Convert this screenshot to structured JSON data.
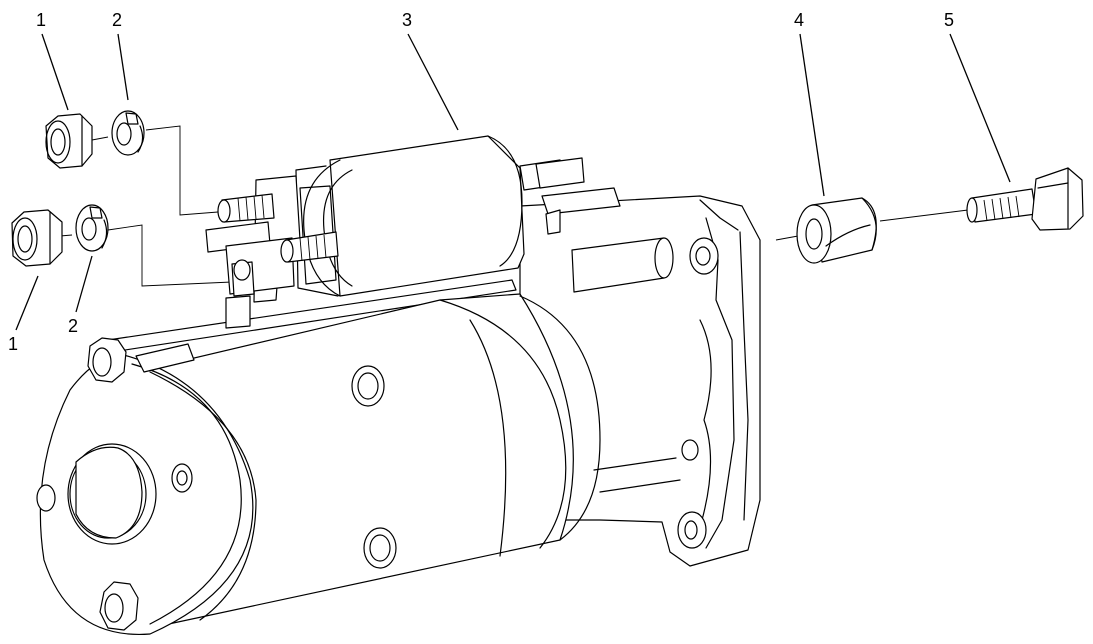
{
  "callouts": {
    "nut_upper": "1",
    "nut_lower": "1",
    "washer_upper": "2",
    "washer_lower": "2",
    "starter_motor": "3",
    "spacer_sleeve": "4",
    "mounting_bolt": "5"
  }
}
